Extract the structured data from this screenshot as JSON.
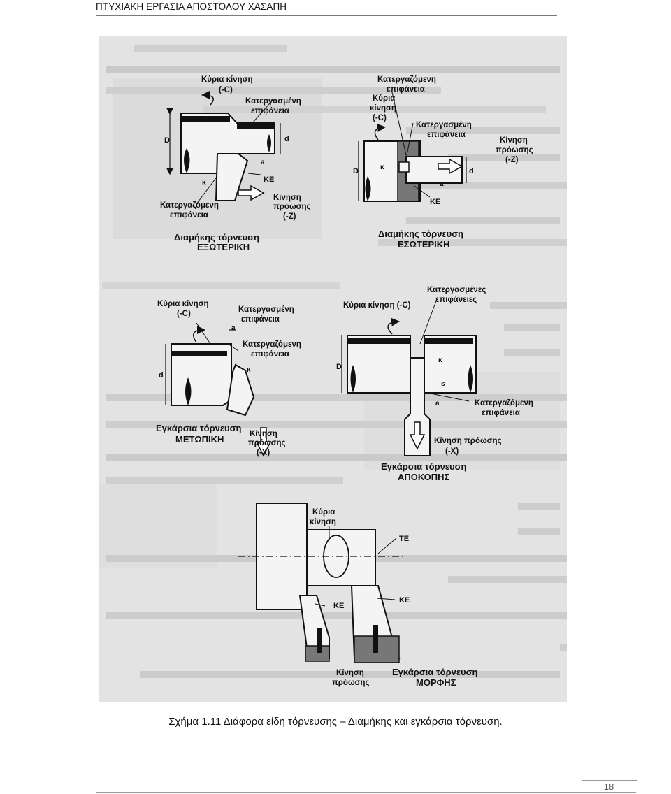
{
  "header": {
    "title": "ΠΤΥΧΙΑΚΗ ΕΡΓΑΣΙΑ ΑΠΟΣΤΟΛΟΥ ΧΑΣΑΠΗ"
  },
  "figure": {
    "caption": "Σχήμα 1.11 Διάφορα είδη τόρνευσης – Διαμήκης και εγκάρσια τόρνευση.",
    "panels": {
      "external": {
        "title": "Διαμήκης τόρνευση",
        "subtitle": "ΕΞΩΤΕΡΙΚΗ",
        "main_motion": "Κύρια κίνηση",
        "main_motion_code": "(-C)",
        "machined_surface": "Κατεργασμένη",
        "machined_surface_2": "επιφάνεια",
        "workpiece_surface": "Κατεργαζόμενη",
        "workpiece_surface_2": "επιφάνεια",
        "feed": "Κίνηση",
        "feed_2": "πρόωσης",
        "feed_code": "(-Z)",
        "cutting_edge": "ΚΕ",
        "dim_D": "D",
        "dim_d": "d",
        "dim_a": "a",
        "angle_k": "κ"
      },
      "internal": {
        "title": "Διαμήκης τόρνευση",
        "subtitle": "ΕΣΩΤΕΡΙΚΗ",
        "workpiece_surface": "Κατεργαζόμενη",
        "workpiece_surface_2": "επιφάνεια",
        "main_motion": "Κύρια",
        "main_motion_2": "κίνηση",
        "main_motion_code": "(-C)",
        "machined_surface": "Κατεργασμένη",
        "machined_surface_2": "επιφάνεια",
        "feed": "Κίνηση",
        "feed_2": "πρόωσης",
        "feed_code": "(-Z)",
        "cutting_edge": "ΚΕ",
        "dim_D": "D",
        "dim_d": "d",
        "dim_a": "a",
        "angle_k": "κ"
      },
      "facing": {
        "title": "Εγκάρσια τόρνευση",
        "subtitle": "ΜΕΤΩΠΙΚΗ",
        "main_motion": "Κύρια κίνηση",
        "main_motion_code": "(-C)",
        "machined_surface": "Κατεργασμένη",
        "machined_surface_2": "επιφάνεια",
        "workpiece_surface": "Κατεργαζόμενη",
        "workpiece_surface_2": "επιφάνεια",
        "feed": "Κίνηση",
        "feed_2": "πρόωσης",
        "feed_code": "(-X)",
        "dim_d": "d",
        "dim_a": "a",
        "angle_k": "κ"
      },
      "parting": {
        "title": "Εγκάρσια τόρνευση",
        "subtitle": "ΑΠΟΚΟΠΗΣ",
        "main_motion": "Κύρια κίνηση (-C)",
        "machined_surfaces": "Κατεργασμένες",
        "machined_surfaces_2": "επιφάνειες",
        "workpiece_surface": "Κατεργαζόμενη",
        "workpiece_surface_2": "επιφάνεια",
        "feed": "Κίνηση πρόωσης",
        "feed_code": "(-X)",
        "dim_D": "D",
        "dim_a": "a",
        "dim_s": "s",
        "angle_k": "κ"
      },
      "form": {
        "title": "Εγκάρσια τόρνευση",
        "subtitle": "ΜΟΡΦΗΣ",
        "main_motion": "Κύρια",
        "main_motion_2": "κίνηση",
        "tool_surface": "ΤΕ",
        "cutting_edge_1": "ΚΕ",
        "cutting_edge_2": "ΚΕ",
        "feed": "Κίνηση",
        "feed_2": "πρόωσης"
      }
    }
  },
  "footer": {
    "page_number": "18"
  }
}
